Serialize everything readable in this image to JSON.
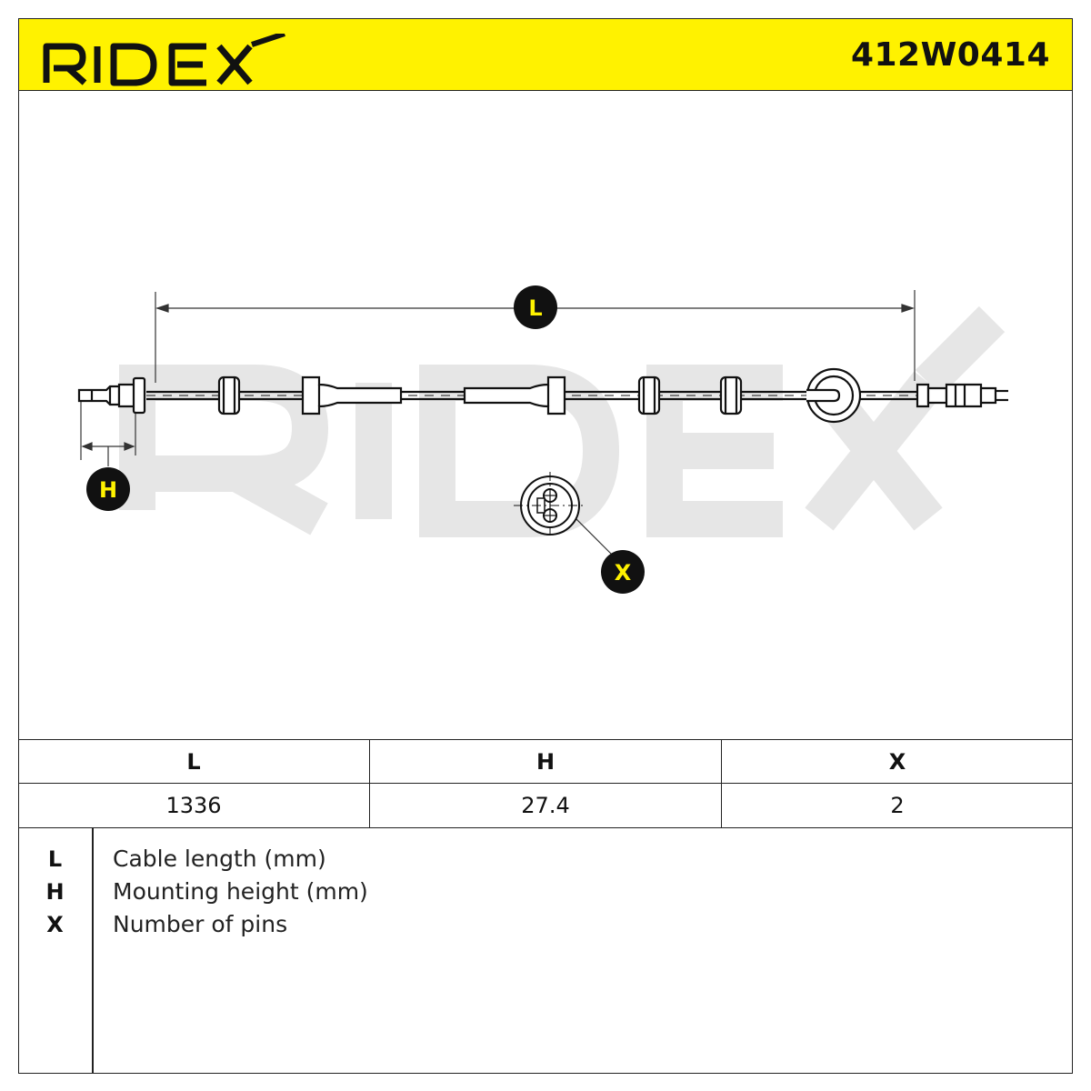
{
  "header": {
    "brand": "RIDEX",
    "part_number": "412W0414",
    "color": "#fff200"
  },
  "drawing": {
    "watermark": "RIDEX",
    "callouts": {
      "length": "L",
      "height": "H",
      "pins": "X"
    }
  },
  "specs": {
    "headers": [
      "L",
      "H",
      "X"
    ],
    "values": [
      "1336",
      "27.4",
      "2"
    ]
  },
  "legend": [
    {
      "key": "L",
      "description": "Cable length (mm)"
    },
    {
      "key": "H",
      "description": "Mounting height (mm)"
    },
    {
      "key": "X",
      "description": "Number of pins"
    }
  ]
}
